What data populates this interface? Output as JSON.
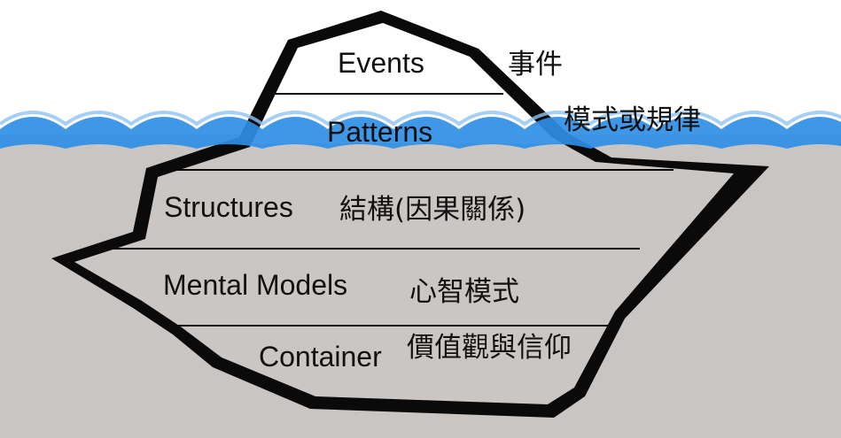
{
  "colors": {
    "sky": "#ffffff",
    "water": "#c8c5c2",
    "wave": "#2f8ee6",
    "wave_light": "#8fc3f2",
    "outline": "#0a0a0a",
    "ice_above": "#ffffff",
    "ice_below": "#c9c6c3"
  },
  "layers": [
    {
      "name": "Events",
      "translation": "事件"
    },
    {
      "name": "Patterns",
      "translation": "模式或規律"
    },
    {
      "name": "Structures",
      "translation": "結構(因果關係)"
    },
    {
      "name": "Mental Models",
      "translation": "心智模式"
    },
    {
      "name": "Container",
      "translation": "價值觀與信仰"
    }
  ]
}
